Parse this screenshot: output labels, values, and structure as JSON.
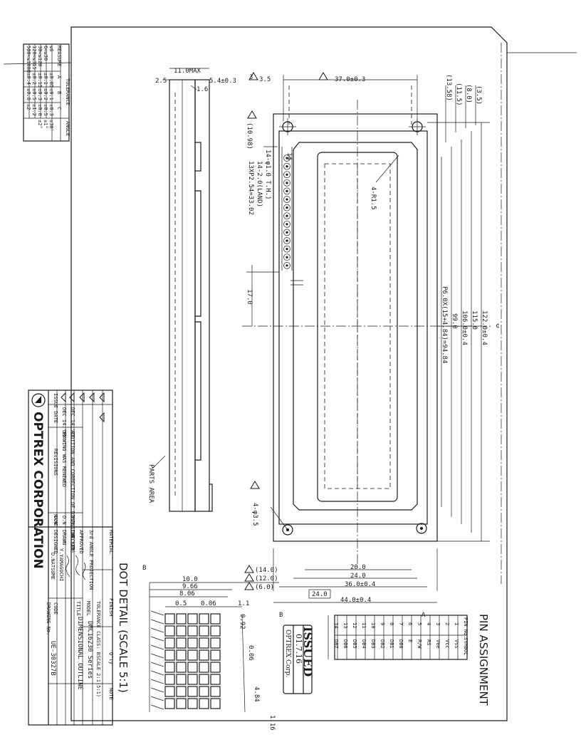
{
  "tolerance": {
    "title": "TOLERANCE",
    "col_header": "MEASURE",
    "classes": [
      "A",
      "B",
      "C"
    ],
    "rows": [
      {
        "range": "≤6",
        "A": "±0.05",
        "B": "±0.1",
        "C": "±0.3"
      },
      {
        "range": "6<≤30",
        "A": "±0.1",
        "B": "±0.2",
        "C": "±0.5"
      },
      {
        "range": "30<≤120",
        "A": "±0.15",
        "B": "±0.3",
        "C": "±0.8"
      },
      {
        "range": "120<≤315",
        "A": "±0.2",
        "B": "±0.5",
        "C": "±1.2"
      },
      {
        "range": "315<≤1000",
        "A": "±0.3",
        "B": "±0.8",
        "C": "±2"
      },
      {
        "range": "500<≤1000",
        "A": "±0.4",
        "B": "±0.8",
        "C": "±2"
      }
    ],
    "angle_label": "ANGLE",
    "angle_values": [
      "±30'",
      "±1°",
      "±2°"
    ]
  },
  "dims": {
    "max_thickness": "11.0MAX",
    "d_2_5": "2.5",
    "d_5_4": "5.4±0.3",
    "d_1_6": "1.6",
    "d_3_5a": "3.5",
    "d_37": "37.0±0.3",
    "d_3_5b": "(3.5)",
    "d_8": "(8.0)",
    "d_11_5": "(11.5)",
    "d_13_5": "(13.58)",
    "d_10_98": "(10.98)",
    "pin_count": "14",
    "hole_dia": "14-φ1.0 T.H.)",
    "land_dia": "14-2.0(LAND)",
    "pin_pitch": "13XP2.54=33.02",
    "corner_r": "4-R1.5",
    "d_17": "17.0",
    "pitch_94": "P6.0X(15+4.84)=94.84",
    "d_99": "99.0",
    "d_106": "106.0±0.4",
    "d_115": "115.0",
    "d_122": "122.0±0.4",
    "mount_holes": "4-φ3.5",
    "parts_area": "PARTS AREA",
    "d_14": "(14.0)",
    "d_12": "(12.0)",
    "d_6": "(6.0)",
    "d_20": "20.0",
    "d_24a": "24.0",
    "d_36": "36.0±0.4",
    "d_24b": "24.0",
    "d_44": "44.0±0.4",
    "section_b": "B",
    "section_a": "A"
  },
  "dot_detail": {
    "title": "DOT DETAIL (SCALE 5:1)",
    "d_10": "10.0",
    "d_9_66": "9.66",
    "d_8_06": "8.06",
    "d_0_5": "0.5",
    "d_0_06": "0.06",
    "d_1_1": "1.1",
    "d_0_92": "0.92",
    "d_0_06b": "0.06",
    "d_4_84": "4.84",
    "d_1_16": "1.16"
  },
  "stamp": {
    "word": "ISSUED",
    "date": "01.7.16",
    "company": "OPTREX Corp."
  },
  "pins": {
    "title": "PIN ASSIGNMENT",
    "headers": [
      "PIN No.",
      "SYMBOL"
    ],
    "rows": [
      [
        "1",
        "Vss"
      ],
      [
        "2",
        "Vcc"
      ],
      [
        "3",
        "Vee"
      ],
      [
        "4",
        "RS"
      ],
      [
        "5",
        "R/W"
      ],
      [
        "6",
        "E"
      ],
      [
        "7",
        "DB0"
      ],
      [
        "8",
        "DB1"
      ],
      [
        "9",
        "DB2"
      ],
      [
        "10",
        "DB3"
      ],
      [
        "11",
        "DB4"
      ],
      [
        "12",
        "DB5"
      ],
      [
        "13",
        "DB6"
      ],
      [
        "14",
        "DB7"
      ]
    ]
  },
  "revisions": {
    "rows": [
      {
        "mark": "3",
        "date": "DEC 14.'92",
        "desc": "ADDITION AND CORRECTION OF DIMENSION (XB)",
        "name": "Y.Y"
      },
      {
        "mark": "2",
        "date": "DEC 14.'92",
        "desc": "DRAWING WAS RENEWED",
        "name": "D.N"
      },
      {
        "mark": "1",
        "date": "",
        "desc": "",
        "name": "D.N"
      }
    ],
    "issue_date": "ISSUE DATE",
    "revisions_label": "REVISIONS",
    "name_label": "NAME"
  },
  "title_block": {
    "company": "OPTREX CORPORATION",
    "projection": "3rd ANGLE PROJECTION",
    "material": "MATERIAL",
    "finish": "FINISH",
    "qty": "Q'ty",
    "note": "NOTE",
    "approved": "APPROVED",
    "checked": "CHECKED",
    "drawn": "DRAWN",
    "designed": "DESIGNED",
    "drawn_by": "Y.YAMAGUCHI",
    "designed_by": "D.NATSUME",
    "tol_class": "TOLERANCE CLASS: B",
    "scale": "SCALE 2:1(5:1)",
    "model_label": "MODEL",
    "model": "DMC16230 Series",
    "title_label": "TITLE",
    "title": "DIMENSIONAL OUTLINE",
    "code_label": "CODE",
    "drawing_no_label": "DRAWING No.",
    "drawing_no": "UE-30327B"
  }
}
